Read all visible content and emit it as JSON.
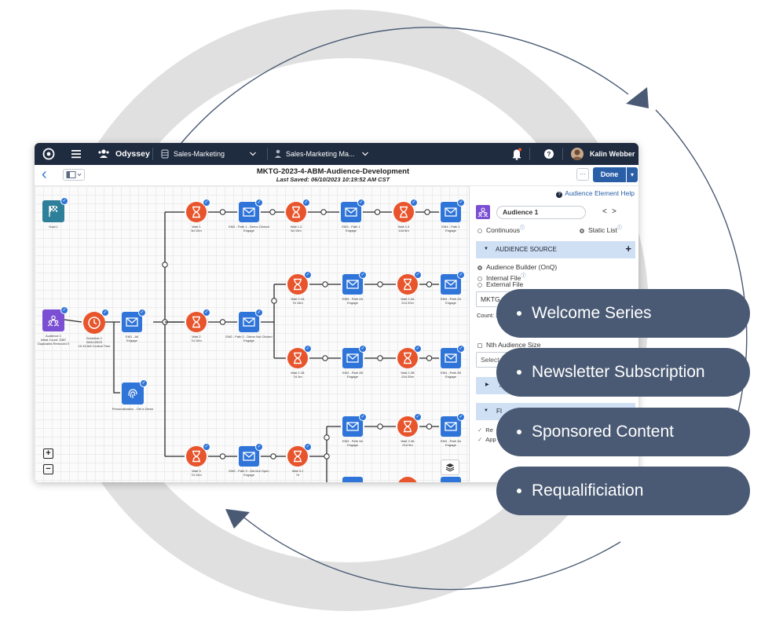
{
  "app": {
    "product_name": "Odyssey",
    "workspace": "Sales-Marketing",
    "program": "Sales-Marketing Ma...",
    "user_name": "Kalin Webber"
  },
  "subheader": {
    "title": "MKTG-2023-4-ABM-Audience-Development",
    "last_saved": "Last Saved: 06/10/2023 10:19:52 AM CST",
    "more_label": "···",
    "done_label": "Done",
    "done_caret": "▾",
    "back_label": "‹"
  },
  "canvas": {
    "nodes": [
      {
        "id": "goal",
        "kind": "g",
        "label": "Goal 1"
      },
      {
        "id": "aud",
        "kind": "a",
        "label": "Audience 1\nInitial Count: 3387\nDuplicates Removed 0"
      },
      {
        "id": "sched",
        "kind": "s",
        "label": "Schedule 1\n06/11/2023\n10:15 AM Central Time"
      },
      {
        "id": "em1",
        "kind": "e",
        "label": "EM1 - All\nEngage"
      },
      {
        "id": "pers",
        "kind": "p",
        "label": "Personalization - Get a Demo"
      },
      {
        "id": "w1",
        "kind": "t",
        "label": "Wait 1\n5d 10m"
      },
      {
        "id": "em2p1",
        "kind": "e",
        "label": "EM2 - Path 1 - Demo Clicked\nEngage"
      },
      {
        "id": "w12",
        "kind": "t",
        "label": "Wait 1.2\n5d 10m"
      },
      {
        "id": "em3p1",
        "kind": "e",
        "label": "EM3 - Path 1\nEngage"
      },
      {
        "id": "w13",
        "kind": "t",
        "label": "Wait 1.3\n14d 6m"
      },
      {
        "id": "em4p1",
        "kind": "e",
        "label": "EM4 - Path 1\nEngage"
      },
      {
        "id": "w2",
        "kind": "t",
        "label": "Wait 2\n7d 10m"
      },
      {
        "id": "em2p2",
        "kind": "e",
        "label": "EM2 - Path 2 - Demo Not Clicked\nEngage"
      },
      {
        "id": "w21a",
        "kind": "t",
        "label": "Wait 2.1A\n7d 15m"
      },
      {
        "id": "em3p2a",
        "kind": "e",
        "label": "EM3 - Path 2A\nEngage"
      },
      {
        "id": "w22a",
        "kind": "t",
        "label": "Wait 2.2A\n21d 20m"
      },
      {
        "id": "em4p2a",
        "kind": "e",
        "label": "EM4 - Path 2A\nEngage"
      },
      {
        "id": "w21b",
        "kind": "t",
        "label": "Wait 2.1B\n7d 1m"
      },
      {
        "id": "em3p2b",
        "kind": "e",
        "label": "EM3 - Path 2B\nEngage"
      },
      {
        "id": "w22b",
        "kind": "t",
        "label": "Wait 2.2B\n21d 20m"
      },
      {
        "id": "em4p2b",
        "kind": "e",
        "label": "EM4 - Path 2B\nEngage"
      },
      {
        "id": "em3p3a",
        "kind": "e",
        "label": "EM3 - Path 3A\nEngage"
      },
      {
        "id": "w33a",
        "kind": "t",
        "label": "Wait 3.3A\n21d 5m"
      },
      {
        "id": "em4p3a",
        "kind": "e",
        "label": "EM4 - Path 3A\nEngage"
      },
      {
        "id": "w3",
        "kind": "t",
        "label": "Wait 3\n7d 10m"
      },
      {
        "id": "em2p3",
        "kind": "e",
        "label": "EM2 - Path 3 - Did Not Open\nEngage"
      },
      {
        "id": "w31",
        "kind": "t",
        "label": "Wait 3.1\n7d"
      }
    ],
    "zoom_in": "+",
    "zoom_out": "−"
  },
  "panel": {
    "help_link": "Audience Element Help",
    "audience_name": "Audience 1",
    "nav_prev": "<",
    "nav_next": ">",
    "mode_continuous": "Continuous",
    "mode_static": "Static List",
    "section_source": "AUDIENCE SOURCE",
    "add_label": "+",
    "source_options": [
      "Audience Builder (OnQ)",
      "Internal File",
      "External File"
    ],
    "input_value": "MKTG",
    "count_label": "Count: 3",
    "nth_label": "Nth Audience Size",
    "select_placeholder": "Select",
    "section_a": "A",
    "section_f": "FI",
    "check_1": "Re",
    "check_2": "App"
  },
  "overlay": {
    "bullets": [
      "Welcome Series",
      "Newsletter Subscription",
      "Sponsored Content",
      "Requalificiation"
    ]
  },
  "colors": {
    "topbar": "#1f2b3e",
    "timer": "#e8542c",
    "email": "#2f74d8",
    "audience": "#7a4fd3",
    "goal": "#2e7f99",
    "pill": "#4a5a74",
    "ring": "#e0e0e0",
    "arrow": "#4a5a74"
  }
}
